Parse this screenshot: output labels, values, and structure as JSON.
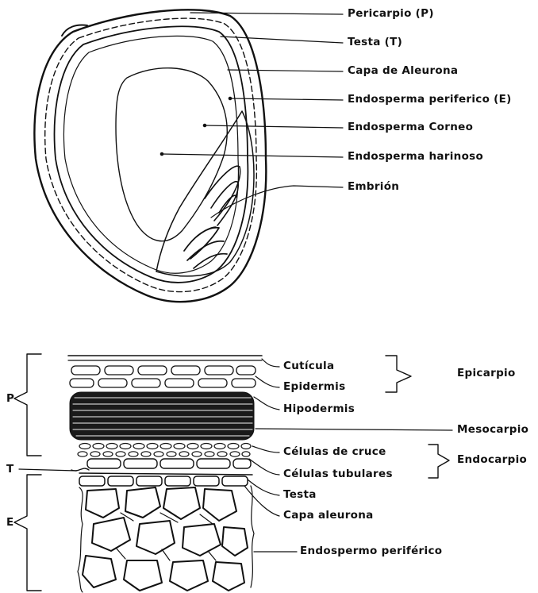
{
  "seed_labels": [
    "Pericarpio (P)",
    "Testa (T)",
    "Capa de Aleurona",
    "Endosperma periferico (E)",
    "Endosperma  Corneo",
    "Endosperma harinoso",
    "Embrión"
  ],
  "section_labels": [
    "Cutícula",
    "Epidermis",
    "Hipodermis",
    "Mesocarpio",
    "Células de cruce",
    "Células tubulares",
    "Testa",
    "Capa aleurona",
    "Endospermo periférico"
  ],
  "group_labels": [
    "Epicarpio",
    "Endocarpio"
  ],
  "side_letters": [
    "P",
    "T",
    "E"
  ]
}
